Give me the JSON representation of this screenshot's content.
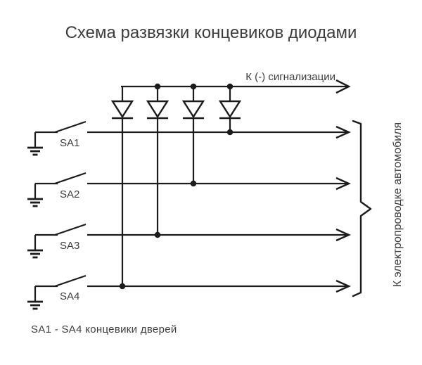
{
  "title": "Схема развязки концевиков диодами",
  "bus": {
    "label": "К (-) сигнализации"
  },
  "switches": [
    {
      "label": "SA1"
    },
    {
      "label": "SA2"
    },
    {
      "label": "SA3"
    },
    {
      "label": "SA4"
    }
  ],
  "diodes": {
    "count": 4
  },
  "brace": {
    "label": "К электропроводке автомобиля"
  },
  "note": "SA1 - SA4 концевики дверей",
  "colors": {
    "line": "#1b1b1b",
    "text": "#3d3d3d",
    "background": "#ffffff"
  }
}
